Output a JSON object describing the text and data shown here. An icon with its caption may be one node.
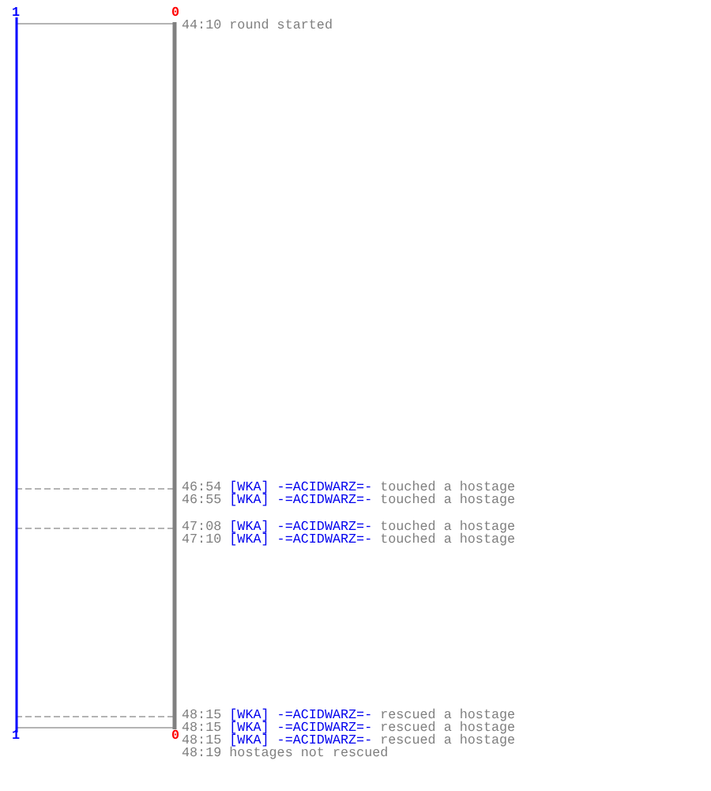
{
  "diagram": {
    "labels": [
      "1",
      "0",
      "44:10",
      "round started",
      "46:54",
      "[WKA] -=ACIDWARZ=-",
      "touched a hostage",
      "46:55",
      "[WKA] -=ACIDWARZ=-",
      "touched a hostage",
      "47:08",
      "[WKA] -=ACIDWARZ=-",
      "touched a hostage",
      "47:10",
      "[WKA] -=ACIDWARZ=-",
      "touched a hostage",
      "48:15",
      "[WKA] -=ACIDWARZ=-",
      "rescued a hostage",
      "1",
      "0",
      "48:15",
      "[WKA] -=ACIDWARZ=-",
      "rescued a hostage",
      "48:15",
      "[WKA] -=ACIDWARZ=-",
      "rescued a hostage",
      "48:19",
      "hostages not rescued"
    ]
  }
}
